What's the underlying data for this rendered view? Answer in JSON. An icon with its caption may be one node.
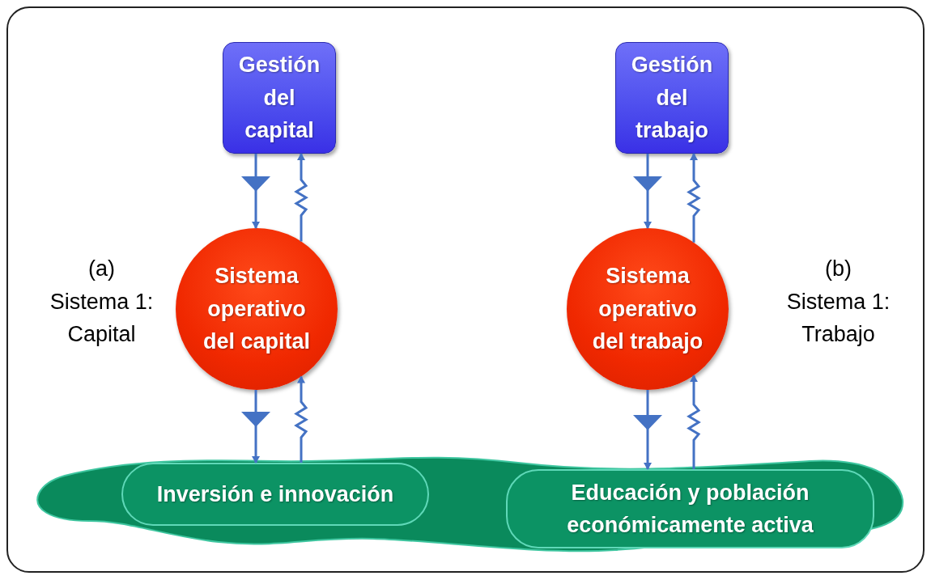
{
  "diagram": {
    "nodes": [
      {
        "text": [
          "Gestión del capital"
        ]
      },
      {
        "text": [
          "Gestión del trabajo"
        ]
      },
      {
        "text": [
          "Sistema operativo del capital"
        ],
        "beside": [
          "(a) Sistema 1: Capital"
        ]
      },
      {
        "text": [
          "Sistema operativo del trabajo"
        ],
        "beside": [
          "(b) Sistema 1: Trabajo"
        ]
      },
      {
        "text": [],
        "shape": "band"
      },
      {
        "text": [
          "Inversión e innovación"
        ],
        "in": 4
      },
      {
        "text": [
          "Educación  y población económicamente activa"
        ],
        "in": 4
      }
    ],
    "edges": [
      {
        "from": 0,
        "to": 2,
        "arrow": "to"
      },
      {
        "from": 2,
        "to": 0,
        "arrow": "to"
      },
      {
        "from": 1,
        "to": 3,
        "arrow": "to"
      },
      {
        "from": 3,
        "to": 1,
        "arrow": "to"
      },
      {
        "from": 2,
        "to": 5,
        "arrow": "to"
      },
      {
        "from": 5,
        "to": 2,
        "arrow": "to"
      },
      {
        "from": 3,
        "to": 6,
        "arrow": "to"
      },
      {
        "from": 6,
        "to": 3,
        "arrow": "to"
      }
    ]
  }
}
